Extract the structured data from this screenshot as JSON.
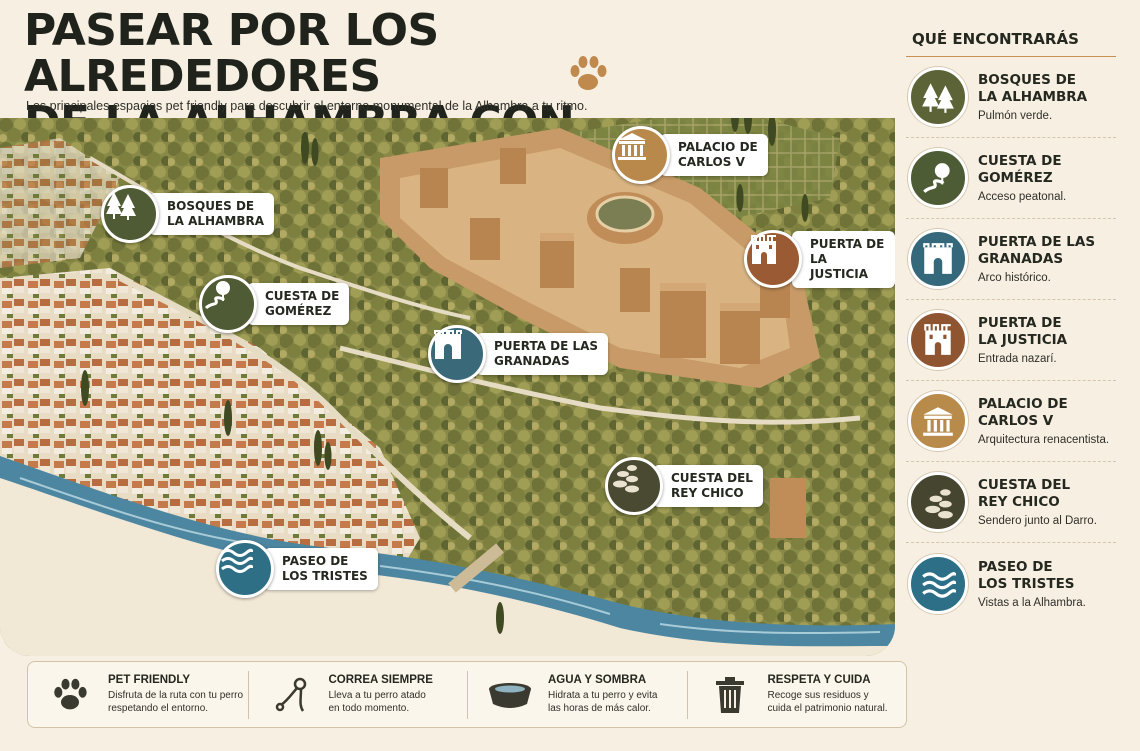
{
  "header": {
    "title_line1": "PASEAR POR LOS ALREDEDORES",
    "title_line2": "DE LA ALHAMBRA CON PERRO",
    "subtitle": "Los principales espacios pet friendly para descubrir el entorno monumental de la Alhambra a tu ritmo."
  },
  "map": {
    "pins": [
      {
        "label": "BOSQUES DE\nLA ALHAMBRA",
        "icon": "trees-icon",
        "color": "#4f5b34"
      },
      {
        "label": "CUESTA DE\nGOMÉREZ",
        "icon": "tree-path-icon",
        "color": "#4f5b34"
      },
      {
        "label": "PUERTA DE LAS\nGRANADAS",
        "icon": "gate-arch-icon",
        "color": "#3a6a7a"
      },
      {
        "label": "PALACIO DE\nCARLOS V",
        "icon": "palace-columns-icon",
        "color": "#b9894b"
      },
      {
        "label": "PUERTA DE\nLA JUSTICIA",
        "icon": "castle-gate-icon",
        "color": "#9a5a33"
      },
      {
        "label": "CUESTA DEL\nREY CHICO",
        "icon": "stepping-stones-icon",
        "color": "#4a4a32"
      },
      {
        "label": "PASEO DE\nLOS TRISTES",
        "icon": "water-waves-icon",
        "color": "#2f6f85"
      }
    ]
  },
  "sidebar": {
    "title": "QUÉ ENCONTRARÁS",
    "items": [
      {
        "name": "BOSQUES DE\nLA ALHAMBRA",
        "desc": "Pulmón verde.",
        "icon": "trees-icon",
        "color": "#5c6437"
      },
      {
        "name": "CUESTA DE\nGOMÉREZ",
        "desc": "Acceso peatonal.",
        "icon": "tree-path-icon",
        "color": "#4e5c35"
      },
      {
        "name": "PUERTA DE LAS\nGRANADAS",
        "desc": "Arco histórico.",
        "icon": "gate-arch-icon",
        "color": "#34687a"
      },
      {
        "name": "PUERTA DE\nLA JUSTICIA",
        "desc": "Entrada nazarí.",
        "icon": "castle-gate-icon",
        "color": "#8e5530"
      },
      {
        "name": "PALACIO DE\nCARLOS V",
        "desc": "Arquitectura renacentista.",
        "icon": "palace-columns-icon",
        "color": "#b88b4a"
      },
      {
        "name": "CUESTA DEL\nREY CHICO",
        "desc": "Sendero junto al Darro.",
        "icon": "stepping-stones-icon",
        "color": "#464530"
      },
      {
        "name": "PASEO DE\nLOS TRISTES",
        "desc": "Vistas a la Alhambra.",
        "icon": "water-waves-icon",
        "color": "#2c6f86"
      }
    ]
  },
  "tips": [
    {
      "title": "PET FRIENDLY",
      "body": "Disfruta de la ruta con tu perro\nrespetando el entorno.",
      "icon": "paw-icon"
    },
    {
      "title": "CORREA SIEMPRE",
      "body": "Lleva a tu perro atado\nen todo momento.",
      "icon": "leash-icon"
    },
    {
      "title": "AGUA Y SOMBRA",
      "body": "Hidrata a tu perro y evita\nlas horas de más calor.",
      "icon": "water-bowl-icon"
    },
    {
      "title": "RESPETA Y CUIDA",
      "body": "Recoge sus residuos y\ncuida el patrimonio natural.",
      "icon": "trash-bin-icon"
    }
  ],
  "colors": {
    "background": "#f6efe2",
    "accent": "#c98f55",
    "forest": "#5c6437",
    "river": "#4d86a0"
  }
}
